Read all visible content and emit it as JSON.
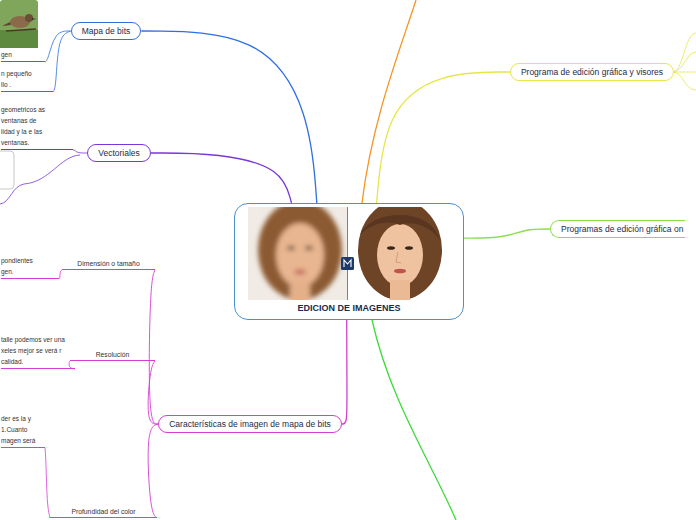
{
  "diagram": {
    "nodes": [
      {
        "text": [
          "EDICION DE IMAGENES"
        ]
      },
      {
        "text": [
          "Mapa de bits"
        ]
      },
      {
        "text": [
          "Vectoriales"
        ]
      },
      {
        "text": [
          "Características de imagen de mapa de bits"
        ]
      },
      {
        "text": [
          "Programa de edición gráfica y visores"
        ]
      },
      {
        "text": [
          "Programas de edición gráfica on"
        ]
      },
      {
        "text": [
          "Dimensión o tamaño"
        ]
      },
      {
        "text": [
          "Resolución"
        ]
      },
      {
        "text": [
          "Profundidad del color"
        ]
      },
      {
        "text": [
          "gen"
        ]
      },
      {
        "text": [
          "n pequeño llo ."
        ]
      },
      {
        "text": [
          "geometricos as ventanas de lidad y la e las ventanas."
        ]
      },
      {
        "text": [
          "pondientes gen."
        ]
      },
      {
        "text": [
          "talle podemos ver una xeles mejor se verá r calidad."
        ]
      },
      {
        "text": [
          "der es la y 1.Cuanto magen será"
        ]
      }
    ],
    "edges": [
      {
        "from": 0,
        "to": 1,
        "arrow": "none"
      },
      {
        "from": 0,
        "to": 2,
        "arrow": "none"
      },
      {
        "from": 0,
        "to": 3,
        "arrow": "none"
      },
      {
        "from": 0,
        "to": 4,
        "arrow": "none"
      },
      {
        "from": 0,
        "to": 5,
        "arrow": "none"
      },
      {
        "from": 3,
        "to": 6,
        "arrow": "none"
      },
      {
        "from": 3,
        "to": 7,
        "arrow": "none"
      },
      {
        "from": 3,
        "to": 8,
        "arrow": "none"
      },
      {
        "from": 6,
        "to": 12,
        "arrow": "none"
      },
      {
        "from": 7,
        "to": 13,
        "arrow": "none"
      },
      {
        "from": 8,
        "to": 14,
        "arrow": "none"
      },
      {
        "from": 1,
        "to": 9,
        "arrow": "none"
      },
      {
        "from": 1,
        "to": 10,
        "arrow": "none"
      },
      {
        "from": 2,
        "to": 11,
        "arrow": "none"
      }
    ]
  }
}
